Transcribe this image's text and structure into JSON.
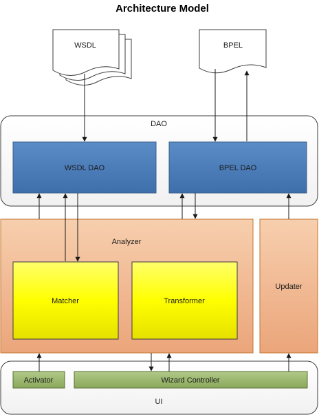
{
  "title": "Architecture Model",
  "nodes": {
    "wsdl_doc": "WSDL",
    "bpel_doc": "BPEL",
    "dao": "DAO",
    "wsdl_dao": "WSDL DAO",
    "bpel_dao": "BPEL DAO",
    "analyzer": "Analyzer",
    "matcher": "Matcher",
    "transformer": "Transformer",
    "updater": "Updater",
    "ui": "UI",
    "activator": "Activator",
    "wizard_controller": "Wizard Controller"
  },
  "colors": {
    "dao_box": "#4f81bd",
    "dao_box_border": "#385d8a",
    "orange_box": "#f0b48e",
    "orange_box_border": "#c0762f",
    "yellow_box": "#f2ef00",
    "green_box": "#9bb764",
    "green_box_border": "#5a7032",
    "container_border": "#3c3c3c",
    "arrow": "#1a1a1a"
  }
}
